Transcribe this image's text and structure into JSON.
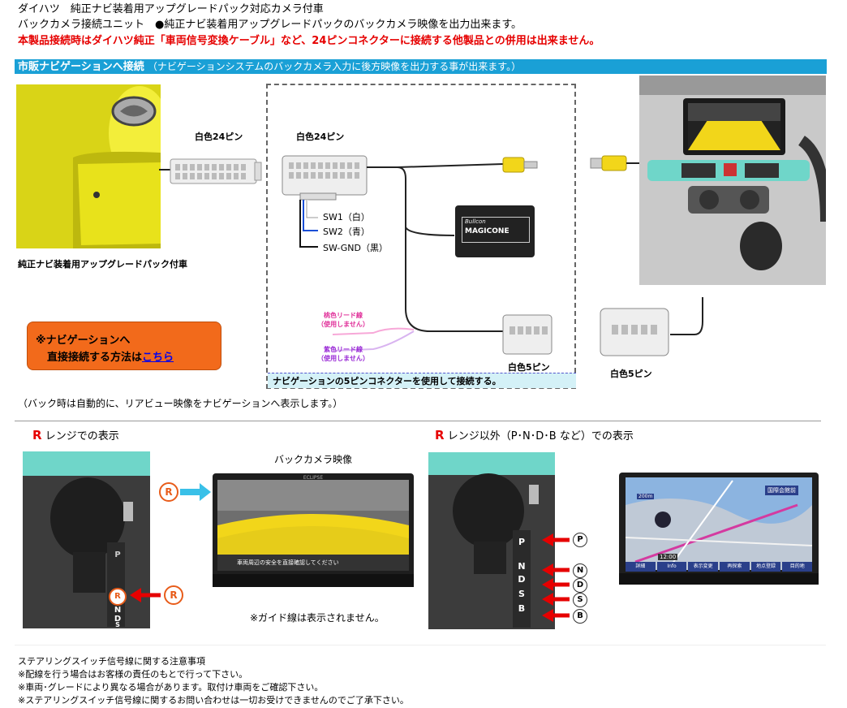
{
  "header": {
    "line1": "ダイハツ　純正ナビ装着用アップグレードパック対応カメラ付車",
    "line2": "バックカメラ接続ユニット　●純正ナビ装着用アップグレードパックのバックカメラ映像を出力出来ます。",
    "warning": "本製品接続時はダイハツ純正「車両信号変換ケーブル」など、24ピンコネクターに接続する他製品との併用は出来ません。"
  },
  "section_bar": {
    "title": "市販ナビゲーションへ接続",
    "subtitle": "（ナビゲーションシステムのバックカメラ入力に後方映像を出力する事が出来ます。）"
  },
  "diagram": {
    "car_connector_label": "白色24ピン",
    "unit_connector_label": "白色24ピン",
    "sw1": "SW1（白）",
    "sw2": "SW2（青）",
    "swgnd": "SW-GND（黒）",
    "car_caption": "純正ナビ装着用アップグレードパック付車",
    "magicone": "MAGICONE",
    "bullcon": "Bullcon",
    "pink_lead": "桃色リード線",
    "pink_unused": "（使用しません）",
    "purple_lead": "紫色リード線",
    "purple_unused": "（使用しません）",
    "unit_5pin_label": "白色5ピン",
    "nav_5pin_label": "白色5ピン",
    "nav_note": "ナビゲーションの5ピンコネクターを使用して接続する。",
    "orange_line1": "※ナビゲーションへ",
    "orange_line2": "直接接続する方法は",
    "orange_link": "こちら",
    "back_note": "（バック時は自動的に、リアビュー映像をナビゲーションへ表示します。）",
    "colors": {
      "accent": "#1aa0d6",
      "warning": "#e60000",
      "orange": "#f26a1b",
      "camera_yellow": "#f2d61a"
    }
  },
  "r_range": {
    "r": "R",
    "title": " レンジでの表示",
    "video_label": "バックカメラ映像",
    "gear_r": "R",
    "screen_msg": "車両周辺の安全を直接確認してください",
    "guide_note": "※ガイド線は表示されません。",
    "gears": [
      "P",
      "R",
      "N",
      "D",
      "S"
    ]
  },
  "other_range": {
    "r": "R",
    "title": " レンジ以外（P･N･D･B など）での表示",
    "gears": [
      "P",
      "N",
      "D",
      "S",
      "B"
    ],
    "map_buttons": [
      "詳細",
      "Info",
      "表示変更",
      "再探索",
      "地点登録",
      "目的地"
    ],
    "map_top": "国際会館前",
    "map_scale": "200m",
    "map_time": "12:00"
  },
  "footer": {
    "title": "ステアリングスイッチ信号線に関する注意事項",
    "n1": "※配線を行う場合はお客様の責任のもとで行って下さい。",
    "n2": "※車両･グレードにより異なる場合があります。取付け車両をご確認下さい。",
    "n3": "※ステアリングスイッチ信号線に関するお問い合わせは一切お受けできませんのでご了承下さい。"
  }
}
